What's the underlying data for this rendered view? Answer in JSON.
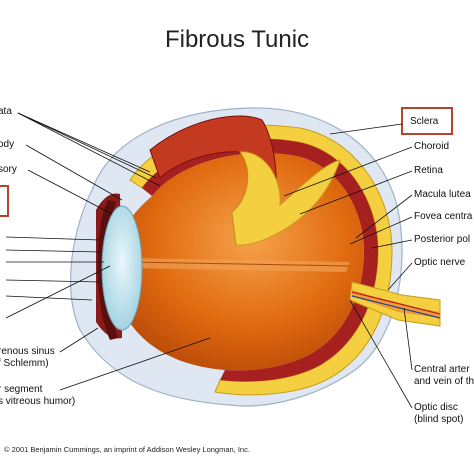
{
  "title": "Fibrous Tunic",
  "colors": {
    "highlight_box": "#b5452a",
    "sclera": "#f4d040",
    "choroid": "#9b1c1c",
    "body": "#e06a10",
    "lens": "#bfe3ef"
  },
  "left_labels": [
    "ata",
    "ody",
    "sory",
    "",
    "",
    "",
    "",
    ":",
    "renous sinus",
    "f Schlemm)",
    "r segment",
    "s vitreous humor)"
  ],
  "right_labels": [
    "Sclera",
    "Choroid",
    "Retina",
    "Macula lutea",
    "Fovea centra",
    "Posterior pol",
    "Optic nerve",
    "Central arter",
    "and vein of th",
    "Optic disc",
    "(blind spot)"
  ],
  "copyright": "© 2001 Benjamin Cummings, an imprint of Addison Wesley Longman, Inc."
}
